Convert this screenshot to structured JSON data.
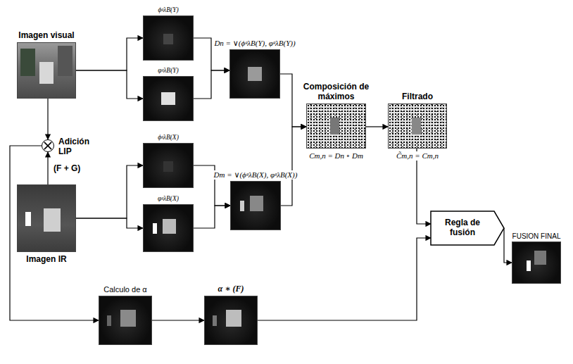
{
  "diagram": {
    "nodes": [
      {
        "text": [
          "Imagen visual"
        ]
      },
      {
        "text": [
          "ϕᵍλB(Y)"
        ]
      },
      {
        "text": [
          "φᵍλB(Y)"
        ]
      },
      {
        "text": [
          "Dn = ∨(ϕᵍλB(Y), φᵍλB(Y))"
        ]
      },
      {
        "text": [
          "Adición LIP"
        ]
      },
      {
        "text": [
          "Imagen IR"
        ]
      },
      {
        "text": [
          "ϕᵍλB(X)"
        ]
      },
      {
        "text": [
          "φᵍλB(X)"
        ]
      },
      {
        "text": [
          "Dm = ∨(ϕᵍλB(X), φᵍλB(X))"
        ]
      },
      {
        "text": [
          "Composición de máximos",
          "Cm,n = Dn ∘ Dm"
        ]
      },
      {
        "text": [
          "Filtrado",
          "C̃m,n = Cm,n"
        ]
      },
      {
        "text": [
          "Calculo de α"
        ]
      },
      {
        "text": [
          "α ∗ (F)"
        ]
      },
      {
        "text": [
          "Regla de fusión"
        ]
      },
      {
        "text": [
          "FUSION FINAL"
        ]
      }
    ],
    "edges": [
      {
        "from": 0,
        "to": 1,
        "arrow": "to"
      },
      {
        "from": 0,
        "to": 2,
        "arrow": "to"
      },
      {
        "from": 1,
        "to": 3,
        "arrow": "to"
      },
      {
        "from": 2,
        "to": 3,
        "arrow": "to"
      },
      {
        "from": 0,
        "to": 4,
        "arrow": "to"
      },
      {
        "from": 5,
        "to": 4,
        "arrow": "to"
      },
      {
        "from": 5,
        "to": 6,
        "arrow": "to"
      },
      {
        "from": 5,
        "to": 7,
        "arrow": "to"
      },
      {
        "from": 6,
        "to": 8,
        "arrow": "to"
      },
      {
        "from": 7,
        "to": 8,
        "arrow": "to"
      },
      {
        "from": 3,
        "to": 9,
        "arrow": "to"
      },
      {
        "from": 8,
        "to": 9,
        "arrow": "to"
      },
      {
        "from": 9,
        "to": 10,
        "arrow": "to"
      },
      {
        "from": 10,
        "to": 13,
        "arrow": "to"
      },
      {
        "from": 4,
        "to": 11,
        "arrow": "to"
      },
      {
        "from": 11,
        "to": 12,
        "arrow": "to"
      },
      {
        "from": 12,
        "to": 13,
        "arrow": "to"
      },
      {
        "from": 13,
        "to": 14,
        "arrow": "to"
      }
    ],
    "labels": [
      "(F + G)"
    ]
  }
}
